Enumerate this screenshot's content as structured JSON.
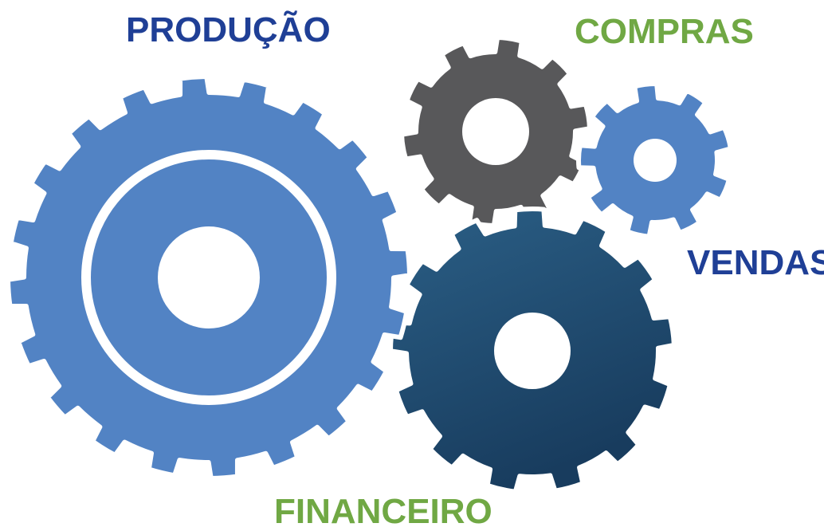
{
  "labels": {
    "producao": "PRODUÇÃO",
    "compras": "COMPRAS",
    "vendas": "VENDAS",
    "financeiro": "FINANCEIRO"
  },
  "colors": {
    "producao_label": "#1f3f96",
    "compras_label": "#70a844",
    "vendas_label": "#1f3f96",
    "financeiro_label": "#70a844",
    "gear_light_blue": "#5283c4",
    "gear_dark_gray": "#58585a",
    "gear_small_blue": "#5283c4",
    "gear_dark_blue_top": "#2b5f86",
    "gear_dark_blue_bottom": "#1c4264",
    "hole": "#ffffff"
  },
  "gears": [
    {
      "name": "producao-gear",
      "color_key": "gear_light_blue",
      "teeth": 20,
      "ring": true
    },
    {
      "name": "compras-gear",
      "color_key": "gear_dark_gray",
      "teeth": 10,
      "ring": false
    },
    {
      "name": "vendas-gear",
      "color_key": "gear_small_blue",
      "teeth": 9,
      "ring": false
    },
    {
      "name": "financeiro-gear",
      "color_key": "gear_dark_blue_top",
      "teeth": 13,
      "ring": false
    }
  ]
}
